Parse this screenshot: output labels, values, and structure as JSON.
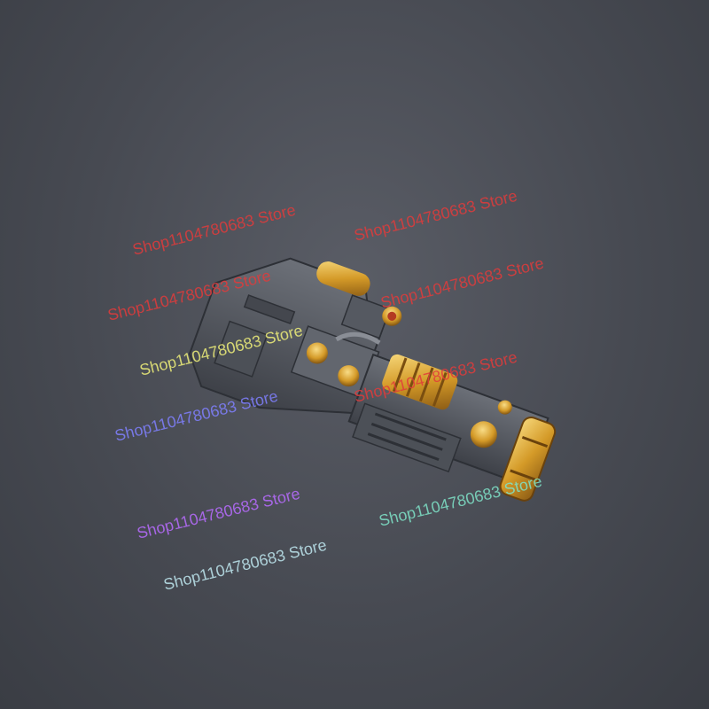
{
  "product": {
    "name": "miniature-weapon-bit",
    "colors": {
      "background": "#4a4d55",
      "metal": "#5f636b",
      "metal_dark": "#3a3d44",
      "gold": "#d9a030",
      "gold_light": "#f3cf6a",
      "red": "#b33a22"
    }
  },
  "watermarks": [
    {
      "text": "Shop1104780683 Store",
      "color": "#e23b3b"
    },
    {
      "text": "Shop1104780683 Store",
      "color": "#e23b3b"
    },
    {
      "text": "Shop1104780683 Store",
      "color": "#e23b3b"
    },
    {
      "text": "Shop1104780683 Store",
      "color": "#e23b3b"
    },
    {
      "text": "Shop1104780683 Store",
      "color": "#e23b3b"
    },
    {
      "text": "Shop1104780683 Store",
      "color": "#f0f07a"
    },
    {
      "text": "Shop1104780683 Store",
      "color": "#8080ff"
    },
    {
      "text": "Shop1104780683 Store",
      "color": "#b86cff"
    },
    {
      "text": "Shop1104780683 Store",
      "color": "#7fe3c8"
    },
    {
      "text": "Shop1104780683 Store",
      "color": "#bfe8f0"
    }
  ]
}
